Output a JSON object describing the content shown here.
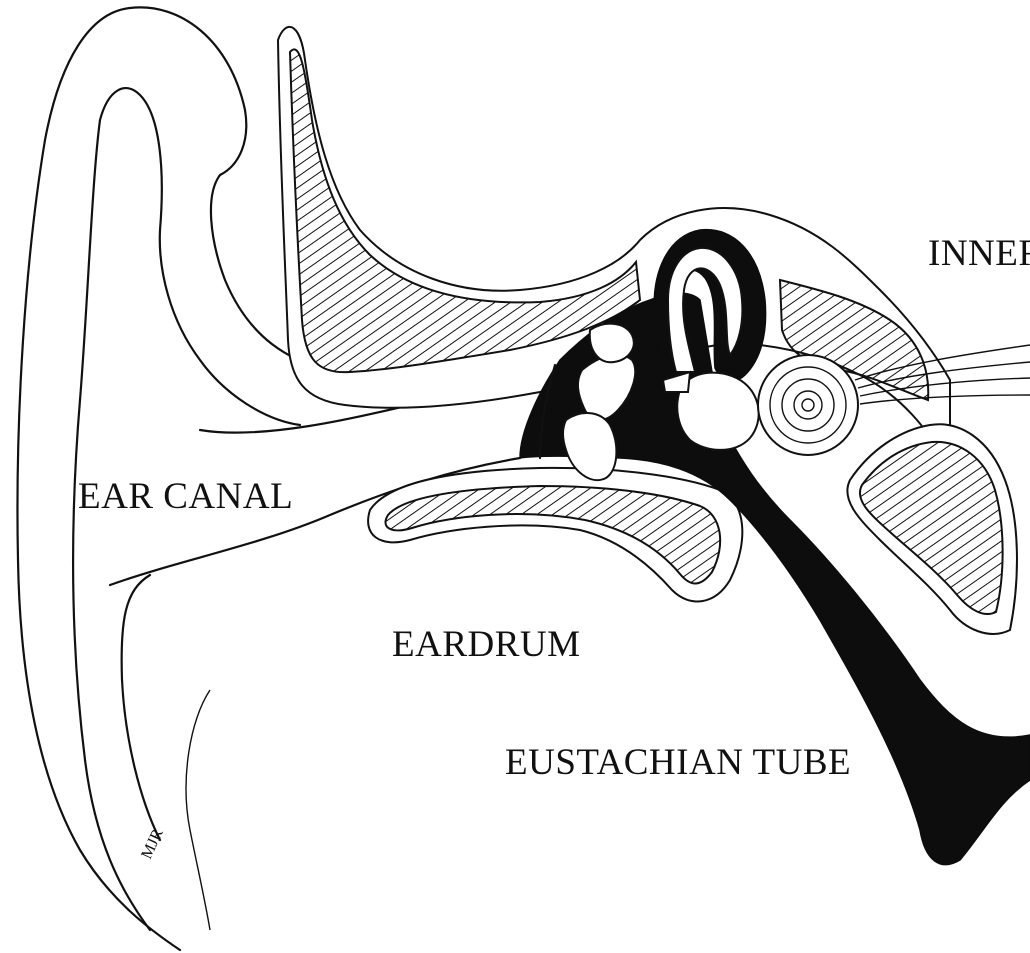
{
  "labels": {
    "inner": "INNER",
    "ear_canal": "EAR CANAL",
    "eardrum": "EARDRUM",
    "eustachian_tube": "EUSTACHIAN TUBE"
  },
  "signature": "MJR"
}
